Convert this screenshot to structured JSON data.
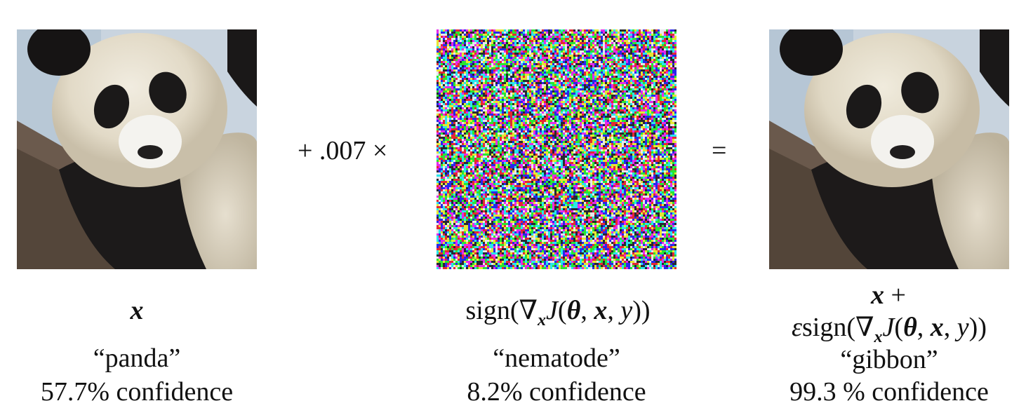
{
  "operators": {
    "plus_coef": "+ .007 ×",
    "equals": "="
  },
  "panels": [
    {
      "image_icon": "panda-photo",
      "formula": {
        "var": "x"
      },
      "class_label": "“panda”",
      "confidence": "57.7% confidence"
    },
    {
      "image_icon": "perturbation-noise",
      "formula": {
        "sign": "sign(",
        "nabla": "∇",
        "sub": "x",
        "J": "J",
        "open": "(",
        "theta": "θ",
        "comma1": ", ",
        "x": "x",
        "comma2": ", ",
        "y": "y",
        "close": "))"
      },
      "class_label": "“nematode”",
      "confidence": "8.2% confidence"
    },
    {
      "image_icon": "panda-photo-adversarial",
      "formula": {
        "line1_var": "x",
        "line1_plus": " +",
        "eps": "ε",
        "sign": "sign(",
        "nabla": "∇",
        "sub": "x",
        "J": "J",
        "open": "(",
        "theta": "θ",
        "comma1": ", ",
        "x": "x",
        "comma2": ", ",
        "y": "y",
        "close": "))"
      },
      "class_label": "“gibbon”",
      "confidence": "99.3 % confidence"
    }
  ]
}
